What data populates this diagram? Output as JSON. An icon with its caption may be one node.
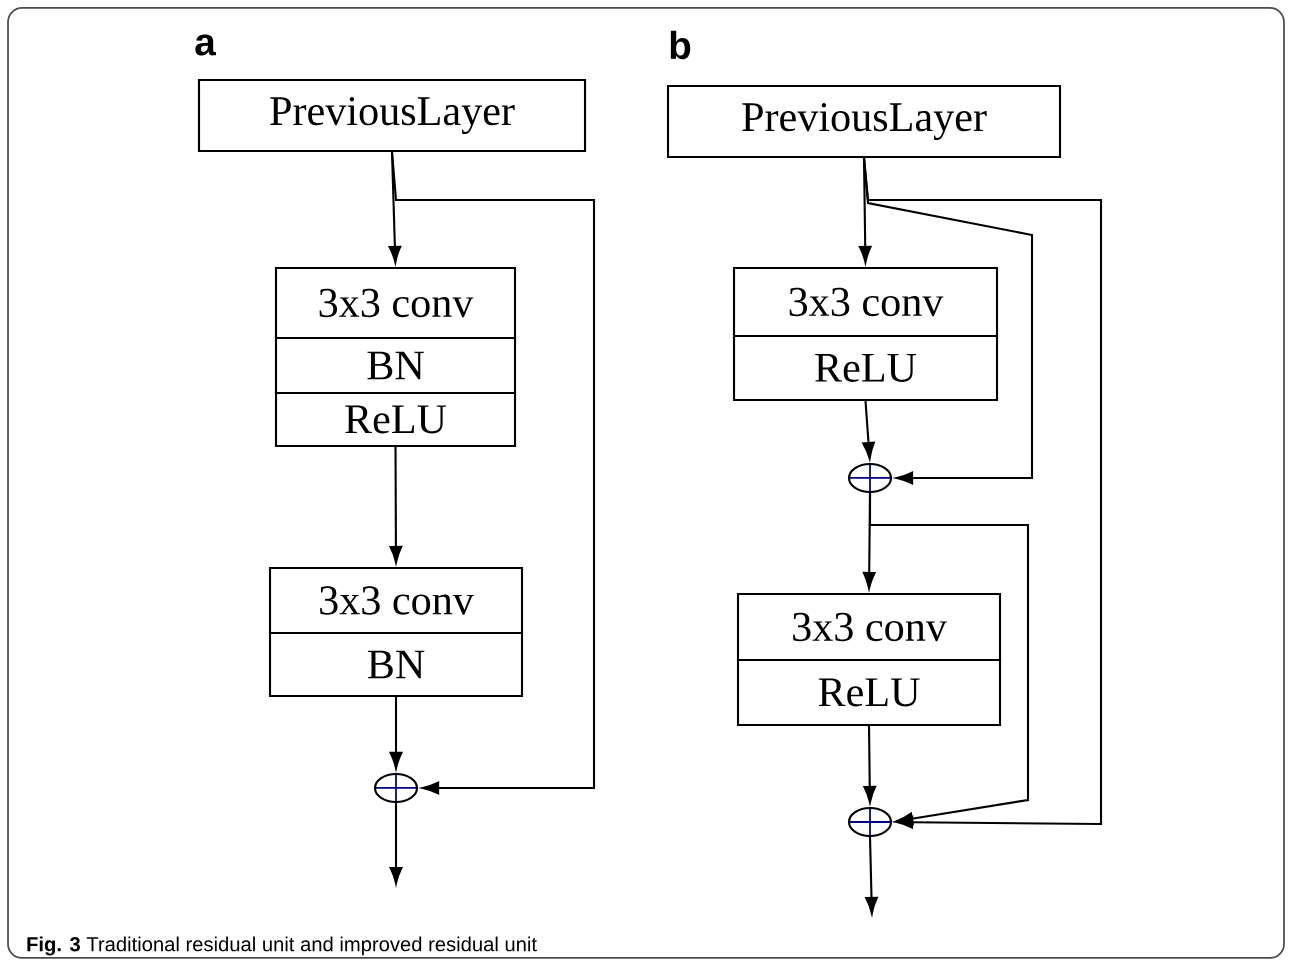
{
  "diagram": {
    "caption": "**Fig. 3** Traditional residual unit and improved residual unit",
    "nodes": [
      {
        "text": [
          "PreviousLayer"
        ]
      },
      {
        "text": [
          "3x3 conv"
        ]
      },
      {
        "text": [
          "BN"
        ]
      },
      {
        "text": [
          "ReLU"
        ]
      },
      {
        "text": [
          "3x3 conv"
        ]
      },
      {
        "text": [
          "BN"
        ]
      },
      {
        "text": [],
        "shape": "circle"
      },
      {
        "text": [
          "PreviousLayer"
        ]
      },
      {
        "text": [
          "3x3 conv"
        ]
      },
      {
        "text": [
          "ReLU"
        ]
      },
      {
        "text": [],
        "shape": "circle"
      },
      {
        "text": [
          "3x3 conv"
        ]
      },
      {
        "text": [
          "ReLU"
        ]
      },
      {
        "text": [],
        "shape": "circle"
      }
    ],
    "edges": [
      {
        "from": 0,
        "to": 1,
        "arrow": "to"
      },
      {
        "from": 3,
        "to": 4,
        "arrow": "to"
      },
      {
        "from": 5,
        "to": 6,
        "arrow": "to"
      },
      {
        "from": 0,
        "to": 6,
        "arrow": "to"
      },
      {
        "from": 6,
        "to": null,
        "arrow": "to"
      },
      {
        "from": 7,
        "to": 8,
        "arrow": "to"
      },
      {
        "from": 7,
        "to": 10,
        "arrow": "to"
      },
      {
        "from": 7,
        "to": 13,
        "arrow": "to"
      },
      {
        "from": 9,
        "to": 10,
        "arrow": "to"
      },
      {
        "from": 10,
        "to": 11,
        "arrow": "to"
      },
      {
        "from": 10,
        "to": 13,
        "arrow": "to"
      },
      {
        "from": 12,
        "to": 13,
        "arrow": "to"
      },
      {
        "from": 13,
        "to": null,
        "arrow": "to"
      }
    ],
    "labels": [
      "a",
      "b"
    ]
  }
}
